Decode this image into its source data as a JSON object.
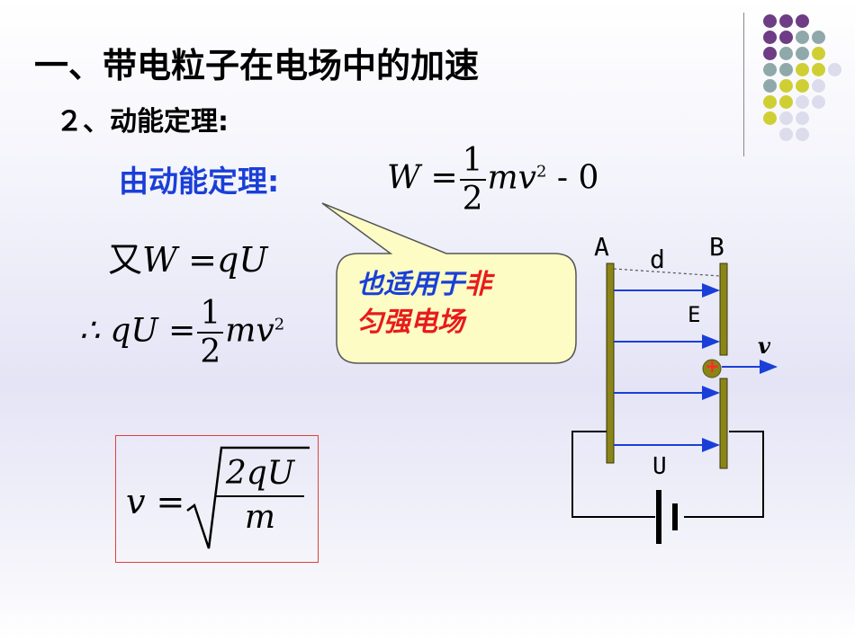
{
  "title": "一、带电粒子在电场中的加速",
  "subtitle": "２、动能定理:",
  "theorem_label": "由动能定理:",
  "eq_work": {
    "lhs": "W =",
    "num": "1",
    "den": "2",
    "rest": "mv",
    "exp": "2",
    "tail": "- 0"
  },
  "eq_also": {
    "prefix": "又",
    "expr": "W =qU"
  },
  "eq_therefore": {
    "lhs": "∴ qU =",
    "num": "1",
    "den": "2",
    "rest": "mv",
    "exp": "2"
  },
  "eq_result": {
    "lhs": "v =",
    "num": "2qU",
    "den": "m"
  },
  "callout": {
    "part1": "也适用于",
    "part2": "非",
    "part3": "匀强电场"
  },
  "diagram": {
    "label_a": "A",
    "label_b": "B",
    "label_d": "d",
    "label_e": "E",
    "label_v": "v",
    "label_u": "U",
    "charge": "+"
  },
  "colors": {
    "accent_blue": "#1a3fd8",
    "accent_red": "#e81b1b",
    "plate": "#8b8418",
    "box_border": "#e0413a"
  }
}
